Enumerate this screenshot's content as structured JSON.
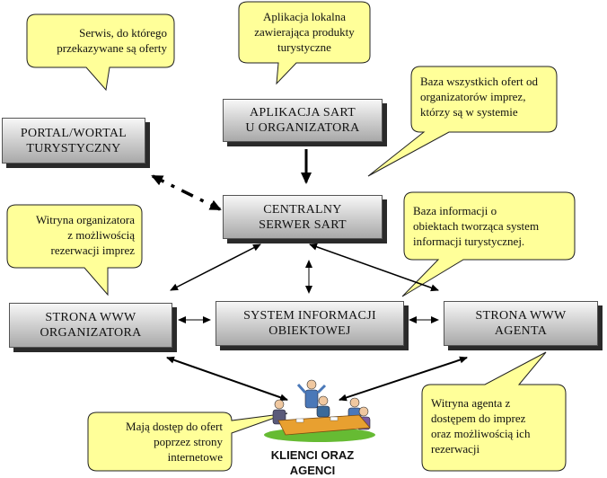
{
  "boxes": {
    "portal": "PORTAL/WORTAL\nTURYSTYCZNY",
    "aplikacja": "APLIKACJA SART\nU ORGANIZATORA",
    "centralny": "CENTRALNY\nSERWER SART",
    "strona_org": "STRONA WWW\nORGANIZATORA",
    "system": "SYSTEM INFORMACJI\nOBIEKTOWEJ",
    "strona_agenta": "STRONA WWW\nAGENTA"
  },
  "callouts": {
    "serwis": "Serwis, do którego\nprzekazywane są oferty",
    "aplikacja_lokalna": "Aplikacja lokalna\nzawierająca produkty\nturystyczne",
    "baza_ofert": "Baza wszystkich ofert od\norganizatorów imprez,\nktórzy są w systemie",
    "witryna_org": "Witryna organizatora\nz możliwością\nrezerwacji imprez",
    "baza_info": "Baza informacji o\nobiektach tworząca system\ninformacji turystycznej.",
    "maja_dostep": "Mają dostęp do ofert\npoprzez strony\ninternetowe",
    "witryna_agenta": "Witryna agenta z\ndostępem do imprez\noraz możliwością ich\nrezerwacji"
  },
  "clients_label": "KLIENCI ORAZ\nAGENCI",
  "colors": {
    "callout_fill": "#ffff99",
    "callout_stroke": "#222222",
    "box_gradient_top": "#f7f7f7",
    "box_gradient_bottom": "#a9a9a9",
    "box_shadow": "#2a2a2a",
    "arrow": "#000000",
    "clipart_table": "#e8a030",
    "clipart_ground": "#66bb33",
    "clipart_suit": "#4a78b8"
  }
}
